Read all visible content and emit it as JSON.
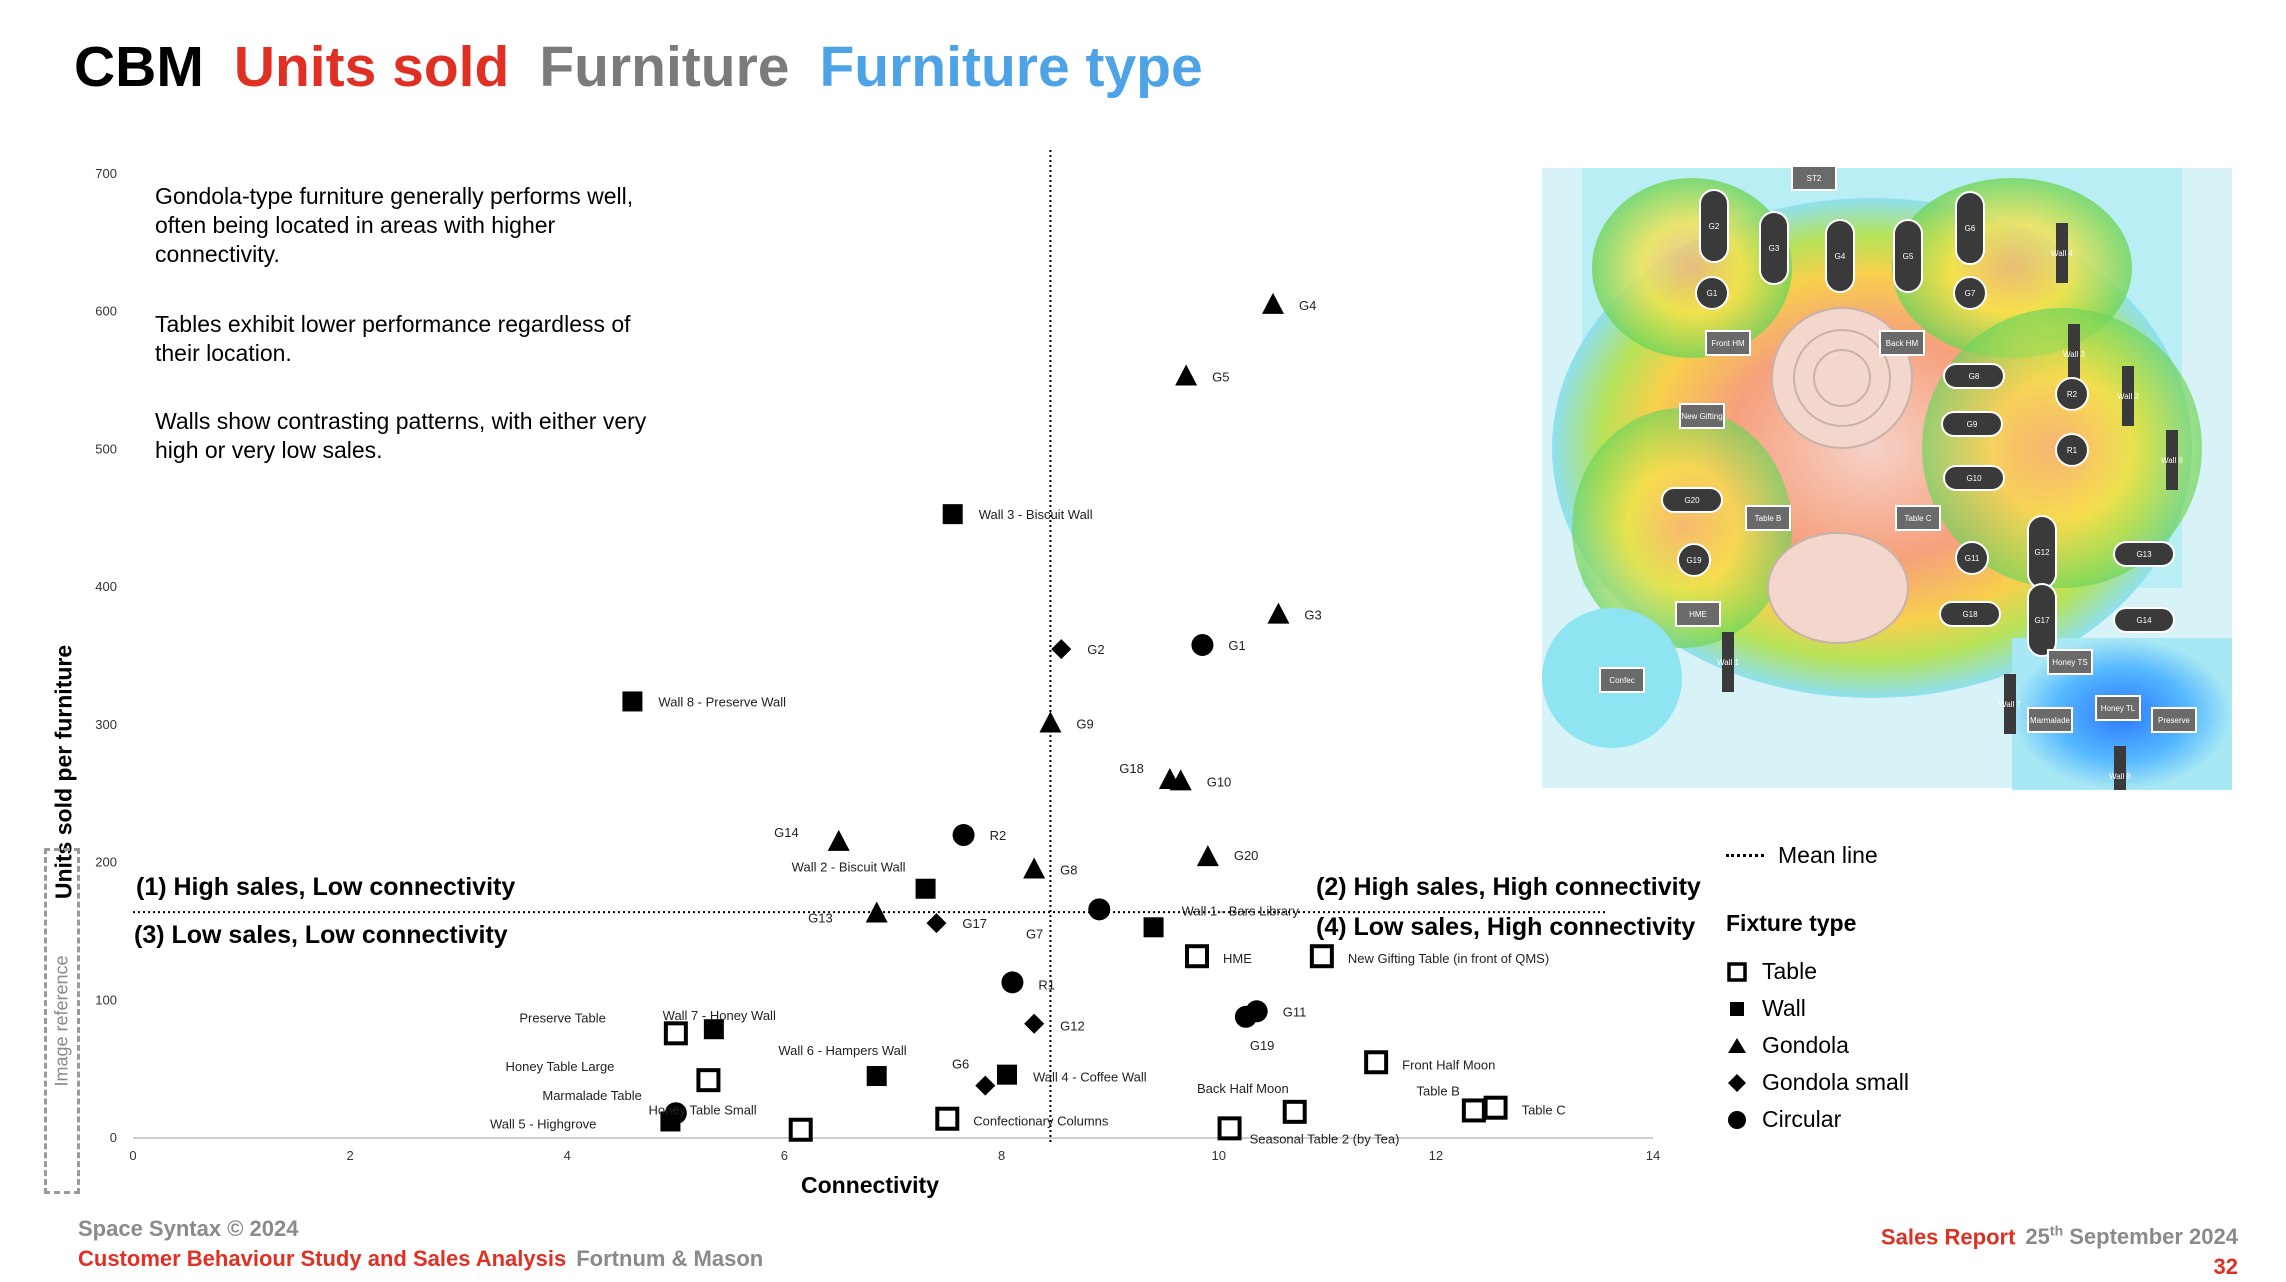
{
  "header": {
    "part1": "CBM",
    "part2": "Units sold",
    "part3": "Furniture",
    "part4": "Furniture type"
  },
  "notes": [
    "Gondola-type furniture generally performs well, often being located in areas with higher connectivity.",
    "Tables exhibit lower performance regardless of their location.",
    "Walls show contrasting patterns, with either very high or very low sales."
  ],
  "quadrants": {
    "q1": "(1) High sales, Low connectivity",
    "q2": "(2) High sales, High connectivity",
    "q3": "(3) Low sales, Low connectivity",
    "q4": "(4) Low sales, High connectivity"
  },
  "image_reference_label": "Image reference",
  "legend": {
    "mean_line": "Mean line",
    "title": "Fixture type",
    "items": [
      {
        "type": "table",
        "label": "Table"
      },
      {
        "type": "wall",
        "label": "Wall"
      },
      {
        "type": "gondola",
        "label": "Gondola"
      },
      {
        "type": "gondola_small",
        "label": "Gondola small"
      },
      {
        "type": "circular",
        "label": "Circular"
      }
    ]
  },
  "footer": {
    "copyright": "Space Syntax © 2024",
    "study": "Customer Behaviour Study and Sales Analysis",
    "client": "Fortnum & Mason",
    "report": "Sales Report",
    "date_day": "25",
    "date_suffix": "th",
    "date_rest": " September 2024",
    "page": "32"
  },
  "floorplan_labels": [
    "ST2",
    "G2",
    "G3",
    "G4",
    "G5",
    "G6",
    "G1",
    "G7",
    "Wall 4",
    "Front HM",
    "Back HM",
    "Wall 3",
    "G8",
    "R2",
    "Wall 2",
    "New Gifting",
    "G9",
    "R1",
    "Wall 6",
    "G10",
    "G20",
    "Table B",
    "Table C",
    "G19",
    "G11",
    "G12",
    "G13",
    "HME",
    "G18",
    "G17",
    "G14",
    "Wall 1",
    "Honey TS",
    "Confec",
    "Wall 7",
    "Marmalade",
    "Honey TL",
    "Preserve",
    "Wall 8"
  ],
  "chart_data": {
    "type": "scatter",
    "xlabel": "Connectivity",
    "ylabel": "Units sold per furniture",
    "xlim": [
      0,
      14
    ],
    "ylim": [
      0,
      700
    ],
    "xticks": [
      0,
      2,
      4,
      6,
      8,
      10,
      12,
      14
    ],
    "yticks": [
      0,
      100,
      200,
      300,
      400,
      500,
      600,
      700
    ],
    "mean_x": 8.45,
    "mean_y": 164,
    "grid": false,
    "points": [
      {
        "label": "G4",
        "type": "gondola",
        "x": 10.5,
        "y": 605
      },
      {
        "label": "G5",
        "type": "gondola",
        "x": 9.7,
        "y": 553
      },
      {
        "label": "Wall 3 - Biscuit Wall",
        "type": "wall",
        "x": 7.55,
        "y": 453
      },
      {
        "label": "G3",
        "type": "gondola",
        "x": 10.55,
        "y": 380
      },
      {
        "label": "G1",
        "type": "circular",
        "x": 9.85,
        "y": 358
      },
      {
        "label": "G2",
        "type": "gondola_small",
        "x": 8.55,
        "y": 355
      },
      {
        "label": "Wall 8 - Preserve Wall",
        "type": "wall",
        "x": 4.6,
        "y": 317
      },
      {
        "label": "G9",
        "type": "gondola",
        "x": 8.45,
        "y": 301
      },
      {
        "label": "G18",
        "type": "gondola",
        "x": 9.55,
        "y": 260
      },
      {
        "label": "G10",
        "type": "gondola",
        "x": 9.65,
        "y": 259
      },
      {
        "label": "G14",
        "type": "gondola",
        "x": 6.5,
        "y": 215
      },
      {
        "label": "R2",
        "type": "circular",
        "x": 7.65,
        "y": 220
      },
      {
        "label": "G20",
        "type": "gondola",
        "x": 9.9,
        "y": 204
      },
      {
        "label": "G8",
        "type": "gondola",
        "x": 8.3,
        "y": 195
      },
      {
        "label": "Wall 2 - Biscuit Wall",
        "type": "wall",
        "x": 7.3,
        "y": 181
      },
      {
        "label": "G13",
        "type": "gondola",
        "x": 6.85,
        "y": 163
      },
      {
        "label": "G17",
        "type": "gondola_small",
        "x": 7.4,
        "y": 156
      },
      {
        "label": "G7",
        "type": "circular",
        "x": 8.9,
        "y": 166
      },
      {
        "label": "Wall 1 - Bars Library",
        "type": "wall",
        "x": 9.4,
        "y": 153
      },
      {
        "label": "HME",
        "type": "table",
        "x": 9.8,
        "y": 132
      },
      {
        "label": "New Gifting Table (in front of QMS)",
        "type": "table",
        "x": 10.95,
        "y": 132
      },
      {
        "label": "R1",
        "type": "circular",
        "x": 8.1,
        "y": 113
      },
      {
        "label": "G11",
        "type": "circular",
        "x": 10.35,
        "y": 92
      },
      {
        "label": "G19",
        "type": "circular",
        "x": 10.25,
        "y": 88
      },
      {
        "label": "G12",
        "type": "gondola_small",
        "x": 8.3,
        "y": 83
      },
      {
        "label": "Wall 7 - Honey Wall",
        "type": "wall",
        "x": 5.35,
        "y": 79
      },
      {
        "label": "Preserve Table",
        "type": "table",
        "x": 5.0,
        "y": 76
      },
      {
        "label": "Front Half Moon",
        "type": "table",
        "x": 11.45,
        "y": 55
      },
      {
        "label": "Wall 6 - Hampers Wall",
        "type": "wall",
        "x": 6.85,
        "y": 45
      },
      {
        "label": "Wall 4 - Coffee Wall",
        "type": "wall",
        "x": 8.05,
        "y": 46
      },
      {
        "label": "Honey Table Large",
        "type": "table",
        "x": 5.3,
        "y": 42
      },
      {
        "label": "G6",
        "type": "gondola_small",
        "x": 7.85,
        "y": 38
      },
      {
        "label": "Table C",
        "type": "table",
        "x": 12.55,
        "y": 22
      },
      {
        "label": "Table B",
        "type": "table",
        "x": 12.35,
        "y": 20
      },
      {
        "label": "Back Half Moon",
        "type": "table",
        "x": 10.7,
        "y": 19
      },
      {
        "label": "Marmalade Table",
        "type": "circular",
        "x": 5.0,
        "y": 18
      },
      {
        "label": "Confectionary Columns",
        "type": "table",
        "x": 7.5,
        "y": 14
      },
      {
        "label": "Wall 5 - Highgrove",
        "type": "wall",
        "x": 4.95,
        "y": 12
      },
      {
        "label": "Honey Table Small",
        "type": "table",
        "x": 6.15,
        "y": 6
      },
      {
        "label": "Seasonal Table 2 (by Tea)",
        "type": "table",
        "x": 10.1,
        "y": 7
      }
    ]
  }
}
